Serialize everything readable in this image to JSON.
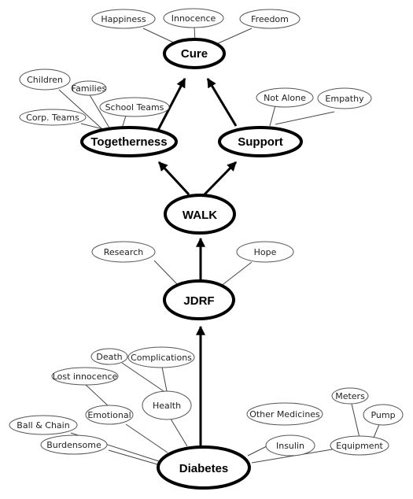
{
  "nodes": {
    "cure": "Cure",
    "togetherness": "Togetherness",
    "support": "Support",
    "walk": "WALK",
    "jdrf": "JDRF",
    "diabetes": "Diabetes",
    "happiness": "Happiness",
    "innocence": "Innocence",
    "freedom": "Freedom",
    "children": "Children",
    "families": "Families",
    "school_teams": "School Teams",
    "corp_teams": "Corp. Teams",
    "not_alone": "Not Alone",
    "empathy": "Empathy",
    "research": "Research",
    "hope": "Hope",
    "death": "Death",
    "complications": "Complications",
    "lost_innocence": "Lost innocence",
    "health": "Health",
    "emotional": "Emotional",
    "ball_chain": "Ball & Chain",
    "burdensome": "Burdensome",
    "other_medicines": "Other Medicines",
    "meters": "Meters",
    "pump": "Pump",
    "insulin": "Insulin",
    "equipment": "Equipment"
  }
}
